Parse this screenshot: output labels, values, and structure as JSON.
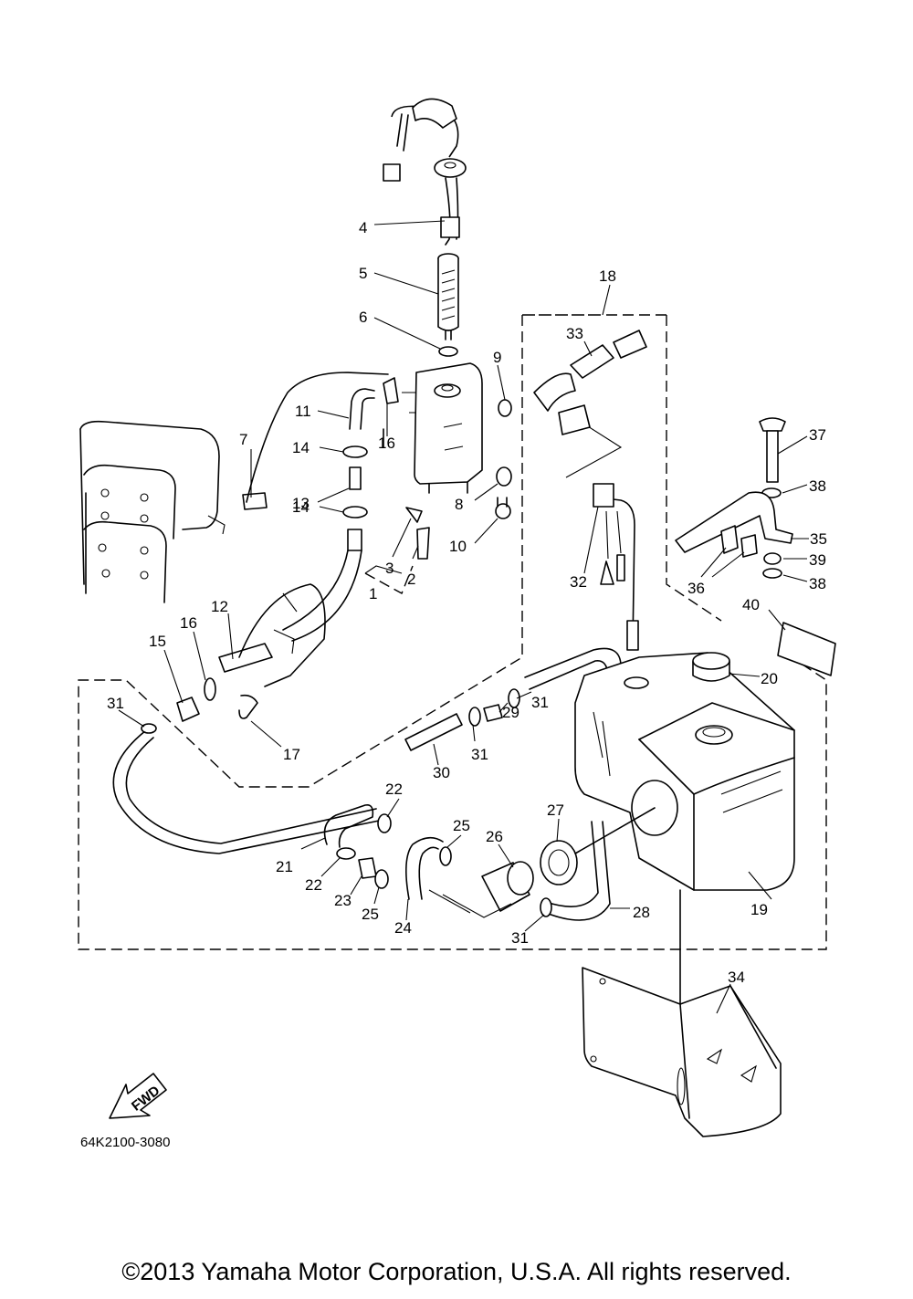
{
  "diagram_code": "64K2100-3080",
  "fwd_label": "FWD",
  "copyright": "©2013 Yamaha Motor Corporation, U.S.A. All rights reserved.",
  "callouts": [
    "1",
    "2",
    "3",
    "4",
    "5",
    "6",
    "7",
    "8",
    "9",
    "10",
    "11",
    "12",
    "13",
    "14",
    "14",
    "15",
    "16",
    "16",
    "17",
    "18",
    "19",
    "20",
    "21",
    "22",
    "22",
    "23",
    "24",
    "25",
    "25",
    "26",
    "27",
    "28",
    "29",
    "30",
    "31",
    "31",
    "31",
    "31",
    "32",
    "33",
    "34",
    "35",
    "36",
    "37",
    "38",
    "38",
    "39",
    "40"
  ]
}
